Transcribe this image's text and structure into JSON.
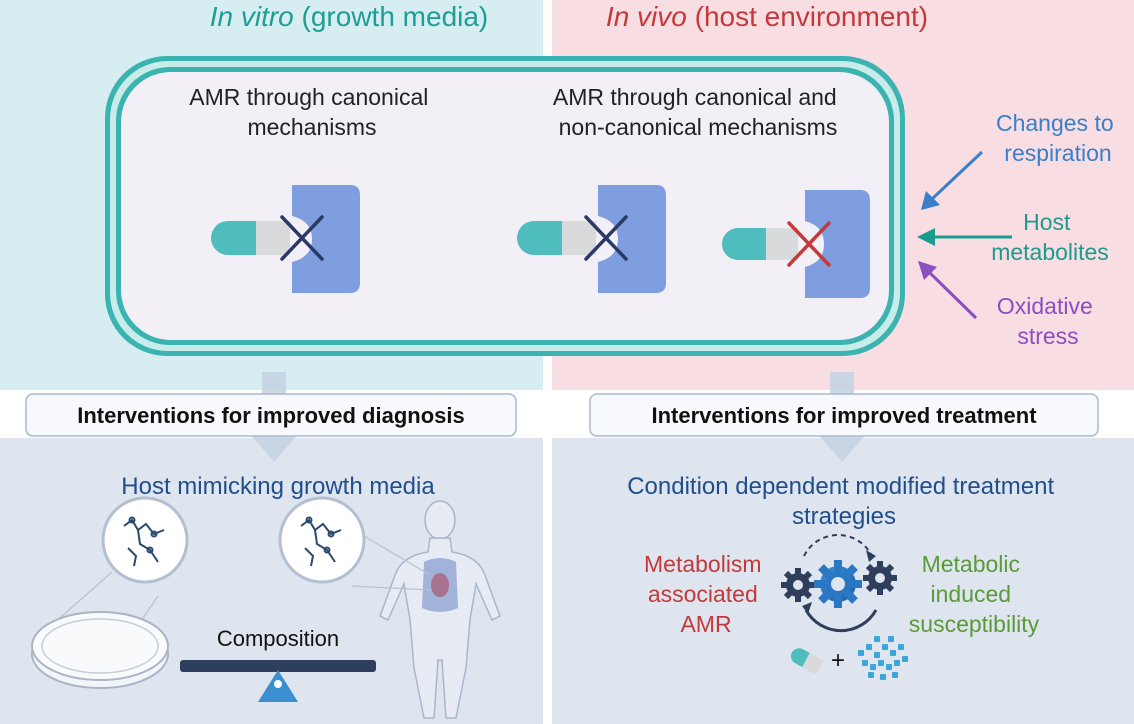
{
  "top_left": {
    "title_italic": "In vitro",
    "title_rest": " (growth media)"
  },
  "top_right": {
    "title_italic": "In vivo",
    "title_rest": " (host environment)"
  },
  "cell": {
    "left_label_line1": "AMR through canonical",
    "left_label_line2": "mechanisms",
    "right_label_line1": "AMR through canonical and",
    "right_label_line2": "non-canonical mechanisms"
  },
  "factors": {
    "respiration_line1": "Changes to",
    "respiration_line2": "respiration",
    "metabolites_line1": "Host",
    "metabolites_line2": "metabolites",
    "oxidative_line1": "Oxidative",
    "oxidative_line2": "stress"
  },
  "interventions": {
    "diagnosis": "Interventions for improved diagnosis",
    "treatment": "Interventions for improved treatment"
  },
  "bottom_left": {
    "heading": "Host mimicking growth media",
    "scale_label": "Composition"
  },
  "bottom_right": {
    "heading_line1": "Condition dependent modified treatment",
    "heading_line2": "strategies",
    "amr_line1": "Metabolism",
    "amr_line2": "associated",
    "amr_line3": "AMR",
    "susc_line1": "Metabolic",
    "susc_line2": "induced",
    "susc_line3": "susceptibility",
    "plus": "+"
  },
  "colors": {
    "in_vitro_bg": "#d6edf1",
    "in_vivo_bg": "#f8dde3",
    "bottom_bg": "#dfe5ef",
    "teal": "#1e9e94",
    "red": "#c43a3a",
    "blue_text": "#1f4e8c",
    "respiration": "#3a7fc8",
    "metabolites": "#1c9c8c",
    "oxidative": "#8a4fc0",
    "green": "#5a9a3a",
    "target": "#7f9ee0"
  }
}
